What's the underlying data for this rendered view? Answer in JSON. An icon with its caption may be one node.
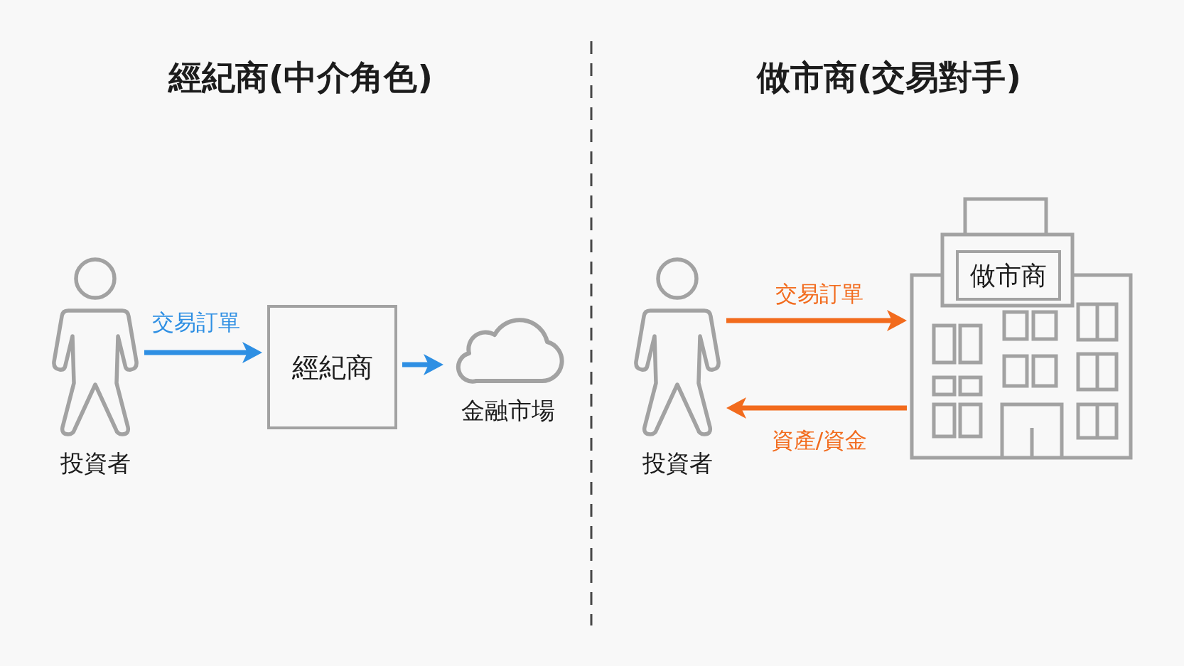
{
  "diagram": {
    "nodes": [
      {
        "text": [],
        "shape": "person",
        "beside": [
          "投資者"
        ]
      },
      {
        "text": [
          "經紀商"
        ]
      },
      {
        "text": [],
        "shape": "cloud",
        "beside": [
          "金融市場"
        ]
      },
      {
        "text": [],
        "shape": "person",
        "beside": [
          "投資者"
        ]
      },
      {
        "text": [
          "做市商"
        ]
      }
    ],
    "edges": [
      {
        "from": 0,
        "to": 1,
        "arrow": "to",
        "label": "交易訂單",
        "color": "#2e8fe3"
      },
      {
        "from": 1,
        "to": 2,
        "arrow": "to",
        "color": "#2e8fe3"
      },
      {
        "from": 3,
        "to": 4,
        "arrow": "to",
        "label": "交易訂單",
        "color": "#f26b1d"
      },
      {
        "from": 4,
        "to": 3,
        "arrow": "to",
        "label": "資產/資金",
        "color": "#f26b1d"
      }
    ],
    "labels": [
      "經紀商(中介角色)",
      "做市商(交易對手)"
    ]
  }
}
